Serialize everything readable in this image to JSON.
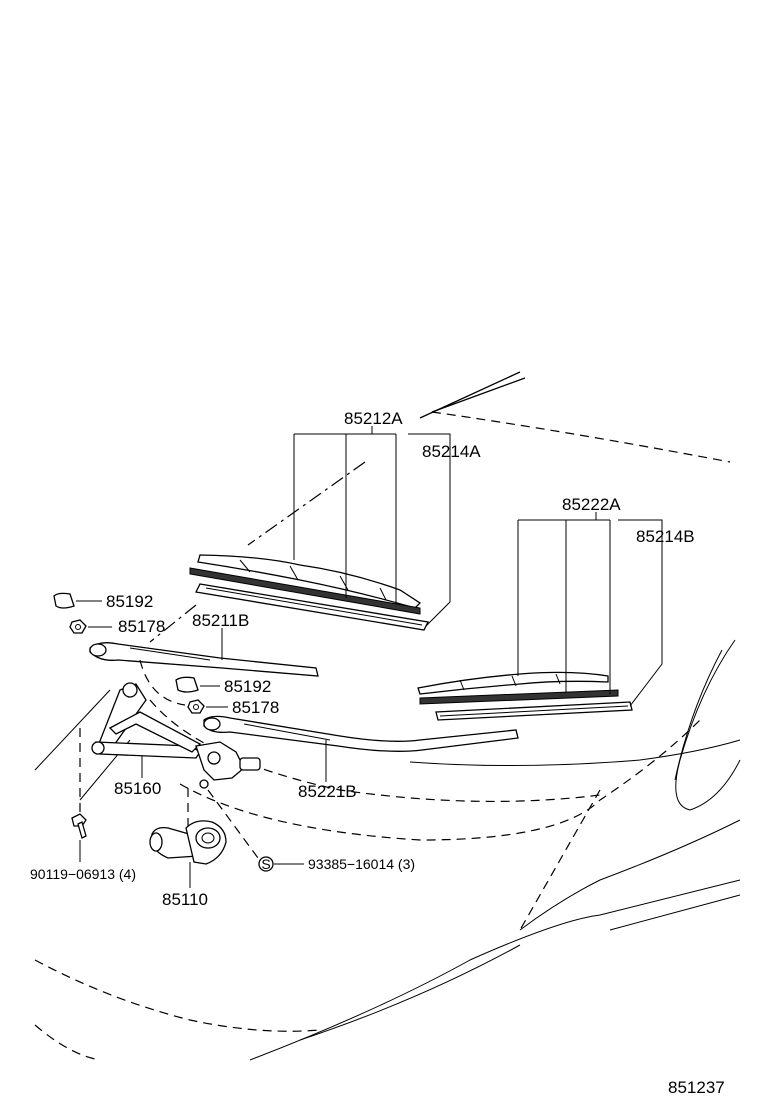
{
  "diagram_id": "851237",
  "parts": {
    "p85212A": "85212A",
    "p85214A": "85214A",
    "p85222A": "85222A",
    "p85214B": "85214B",
    "p85192_upper": "85192",
    "p85178_upper": "85178",
    "p85211B": "85211B",
    "p85192_lower": "85192",
    "p85178_lower": "85178",
    "p85160": "85160",
    "p85221B": "85221B",
    "p90119": "90119−06913 (4)",
    "p93385": "93385−16014 (3)",
    "p85110": "85110"
  },
  "symbols": {
    "s_marker": "S"
  }
}
